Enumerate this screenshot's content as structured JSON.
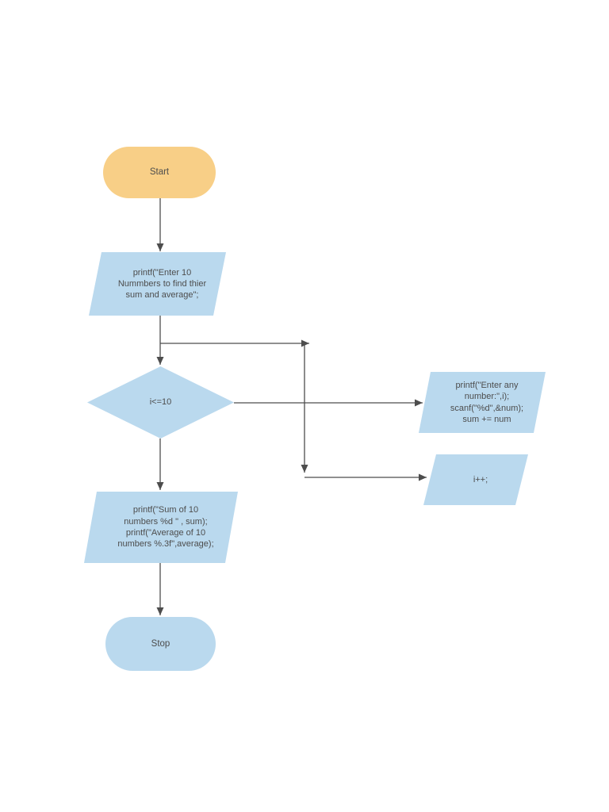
{
  "diagram": {
    "type": "flowchart",
    "description": "C program flow: sum and average of 10 numbers",
    "nodes": {
      "start": {
        "shape": "terminator",
        "label": "Start"
      },
      "prompt": {
        "shape": "parallelogram",
        "label": "printf(\"Enter 10\nNummbers to find thier\nsum and average\";"
      },
      "condition": {
        "shape": "decision",
        "label": "i<=10"
      },
      "read": {
        "shape": "parallelogram",
        "label": "printf(\"Enter any\nnumber:\",i);\nscanf(\"%d\",&num);\nsum += num"
      },
      "increment": {
        "shape": "parallelogram",
        "label": "i++;"
      },
      "output": {
        "shape": "parallelogram",
        "label": "printf(\"Sum of 10\nnumbers %d \" , sum);\nprintf(\"Average of 10\nnumbers %.3f\",average);"
      },
      "stop": {
        "shape": "terminator",
        "label": "Stop"
      }
    },
    "edges": [
      {
        "from": "start",
        "to": "prompt",
        "route": "straight-down"
      },
      {
        "from": "prompt",
        "to": "condition",
        "route": "straight-down"
      },
      {
        "from": "prompt-condition-junction",
        "to": "loop-column-top",
        "route": "right"
      },
      {
        "from": "loop-column-top",
        "to": "loop-column-bottom",
        "route": "down"
      },
      {
        "from": "loop-column-bottom",
        "to": "increment",
        "route": "right"
      },
      {
        "from": "condition",
        "to": "read",
        "route": "right"
      },
      {
        "from": "condition",
        "to": "output",
        "route": "straight-down"
      },
      {
        "from": "output",
        "to": "stop",
        "route": "straight-down"
      }
    ],
    "colors": {
      "page_background": "#ffffff",
      "start_fill": "#f8cf87",
      "node_fill": "#bad9ee",
      "connector": "#4d4d4d",
      "text": "#4d4d4d"
    }
  }
}
